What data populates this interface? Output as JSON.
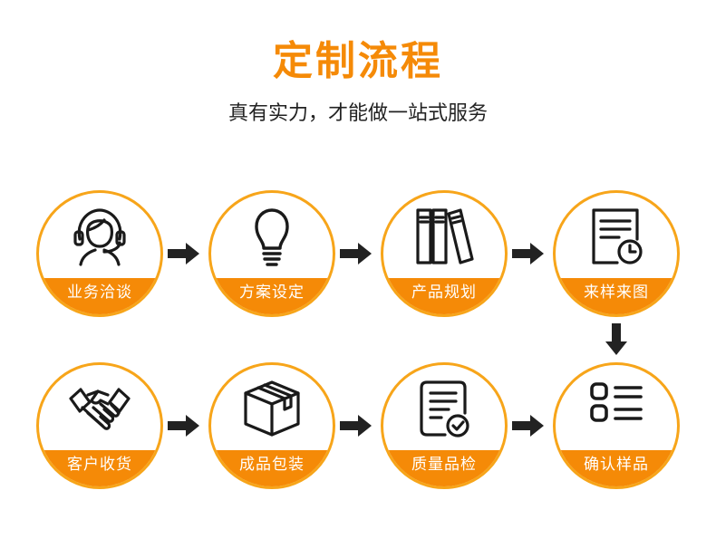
{
  "header": {
    "title": "定制流程",
    "subtitle": "真有实力，才能做一站式服务"
  },
  "colors": {
    "accent": "#f7a51a",
    "band": "#f58a07",
    "title": "#f58a07",
    "text": "#222222",
    "icon": "#1a1a1a"
  },
  "steps": [
    {
      "label": "业务洽谈",
      "icon": "headset-agent-icon"
    },
    {
      "label": "方案设定",
      "icon": "light-bulb-icon"
    },
    {
      "label": "产品规划",
      "icon": "binders-icon"
    },
    {
      "label": "来样来图",
      "icon": "document-clock-icon"
    },
    {
      "label": "确认样品",
      "icon": "list-icon"
    },
    {
      "label": "质量品检",
      "icon": "document-check-icon"
    },
    {
      "label": "成品包装",
      "icon": "package-box-icon"
    },
    {
      "label": "客户收货",
      "icon": "handshake-icon"
    }
  ]
}
